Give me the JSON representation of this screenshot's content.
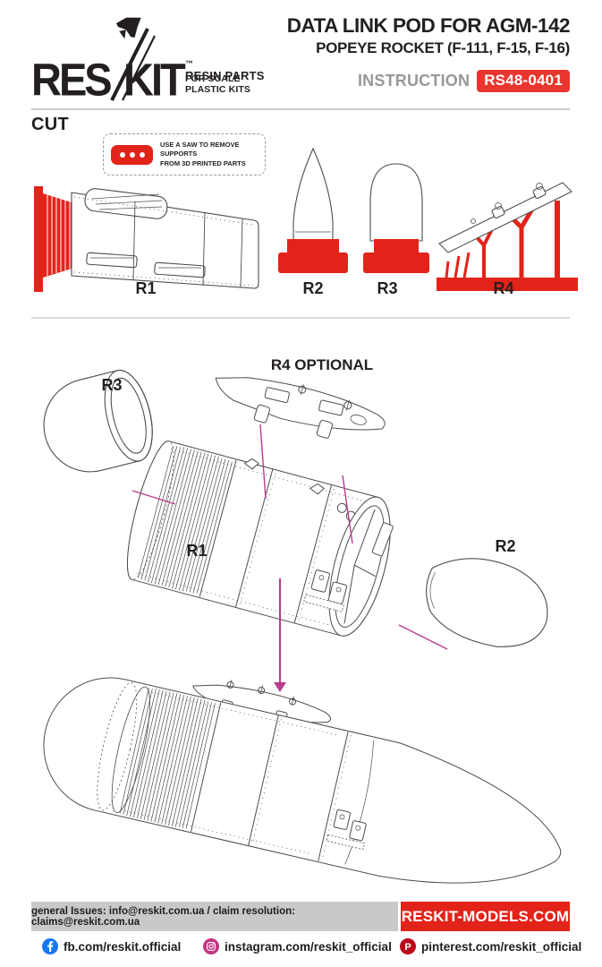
{
  "brand": {
    "logo_res": "RES",
    "logo_kit": "KIT",
    "logo_tm": "™",
    "tagline_line1": "RESIN PARTS",
    "tagline_line2": "FOR SCALE PLASTIC KITS"
  },
  "header": {
    "title_line1": "DATA LINK POD FOR AGM-142",
    "title_line2": "POPEYE ROCKET (F-111, F-15, F-16)",
    "instruction_label": "INSTRUCTION",
    "product_code": "RS48-0401"
  },
  "cut_section": {
    "heading": "CUT",
    "note_line1": "USE A SAW TO REMOVE SUPPORTS",
    "note_line2": "FROM 3D PRINTED PARTS"
  },
  "parts": [
    {
      "label": "R1"
    },
    {
      "label": "R2"
    },
    {
      "label": "R3"
    },
    {
      "label": "R4"
    }
  ],
  "assembly": {
    "label_r3": "R3",
    "label_r4_optional": "R4 OPTIONAL",
    "label_r1": "R1",
    "label_r2": "R2"
  },
  "footer": {
    "contact_text": "general Issues: info@reskit.com.ua / claim resolution: claims@reskit.com.ua",
    "website": "RESKIT-MODELS.COM",
    "social": [
      {
        "network": "facebook",
        "url": "fb.com/reskit.official"
      },
      {
        "network": "instagram",
        "url": "instagram.com/reskit_official"
      },
      {
        "network": "pinterest",
        "url": "pinterest.com/reskit_official"
      }
    ]
  },
  "colors": {
    "brand_red": "#e2231a",
    "badge_red": "#e8352e",
    "magenta": "#b93c8e",
    "gray_bar": "#c9c9c9",
    "facebook_blue": "#1877f2",
    "instagram_pink": "#c13584",
    "pinterest_red": "#bd081c"
  }
}
